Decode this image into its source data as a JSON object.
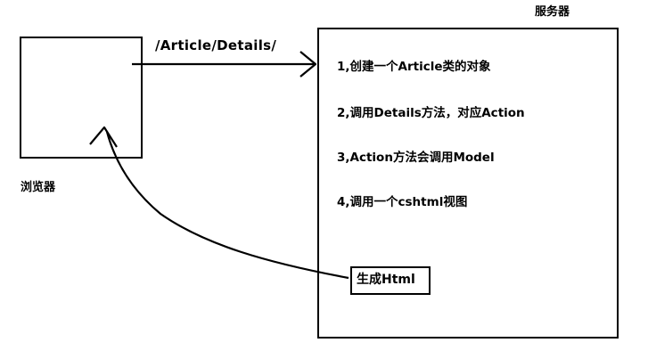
{
  "server": {
    "title": "服务器",
    "steps": [
      "1,创建一个Article类的对象",
      "2,调用Details方法，对应Action",
      "3,Action方法会调用Model",
      "4,调用一个cshtml视图"
    ],
    "output_label": "生成Html"
  },
  "browser": {
    "title": "浏览器"
  },
  "request": {
    "path": "/Article/Details/"
  },
  "colors": {
    "stroke": "#000000",
    "background": "#ffffff"
  }
}
